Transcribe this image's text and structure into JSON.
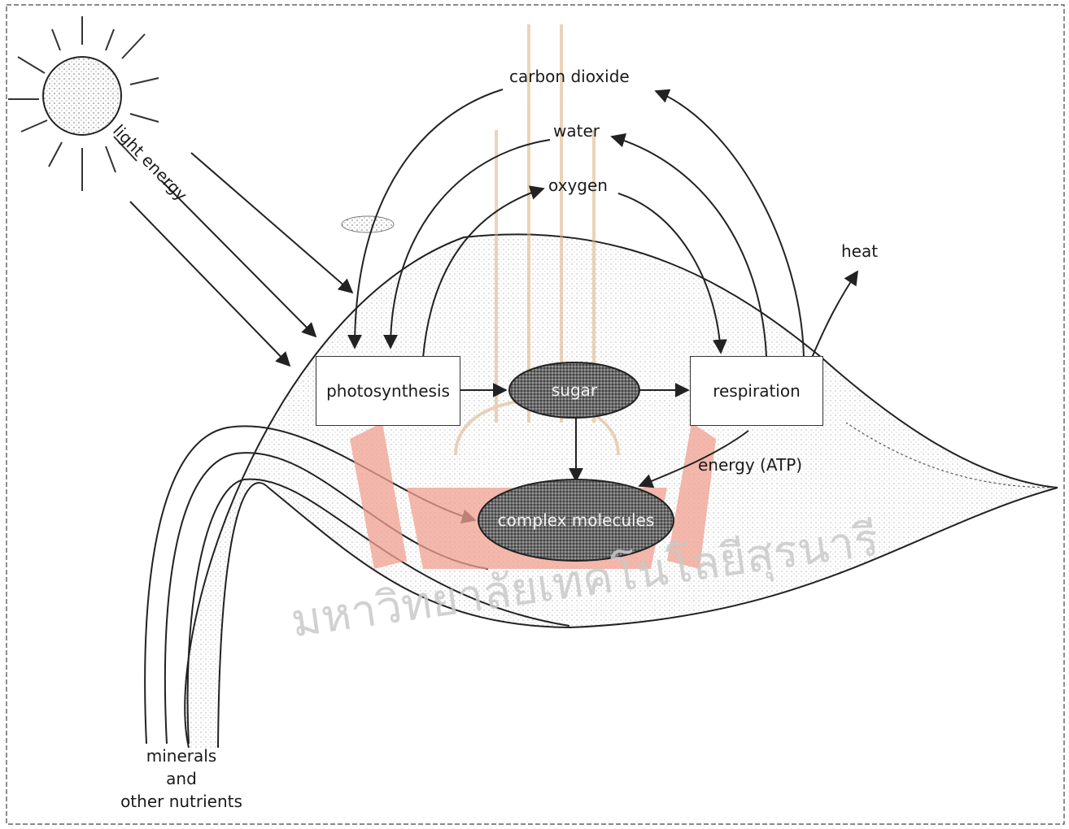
{
  "labels": {
    "light_energy": "light energy",
    "carbon_dioxide": "carbon dioxide",
    "water": "water",
    "oxygen": "oxygen",
    "heat": "heat",
    "photosynthesis": "photosynthesis",
    "sugar": "sugar",
    "respiration": "respiration",
    "energy_atp": "energy (ATP)",
    "complex_molecules": "complex molecules",
    "minerals": "minerals\nand\nother nutrients"
  },
  "watermark": "มหาวิทยาลัยเทคโนโลยีสุรนารี",
  "colors": {
    "ink": "#222222",
    "stipple": "#9a9a9a",
    "watermark_red": "#f0a090",
    "oval_fill": "#555555"
  }
}
